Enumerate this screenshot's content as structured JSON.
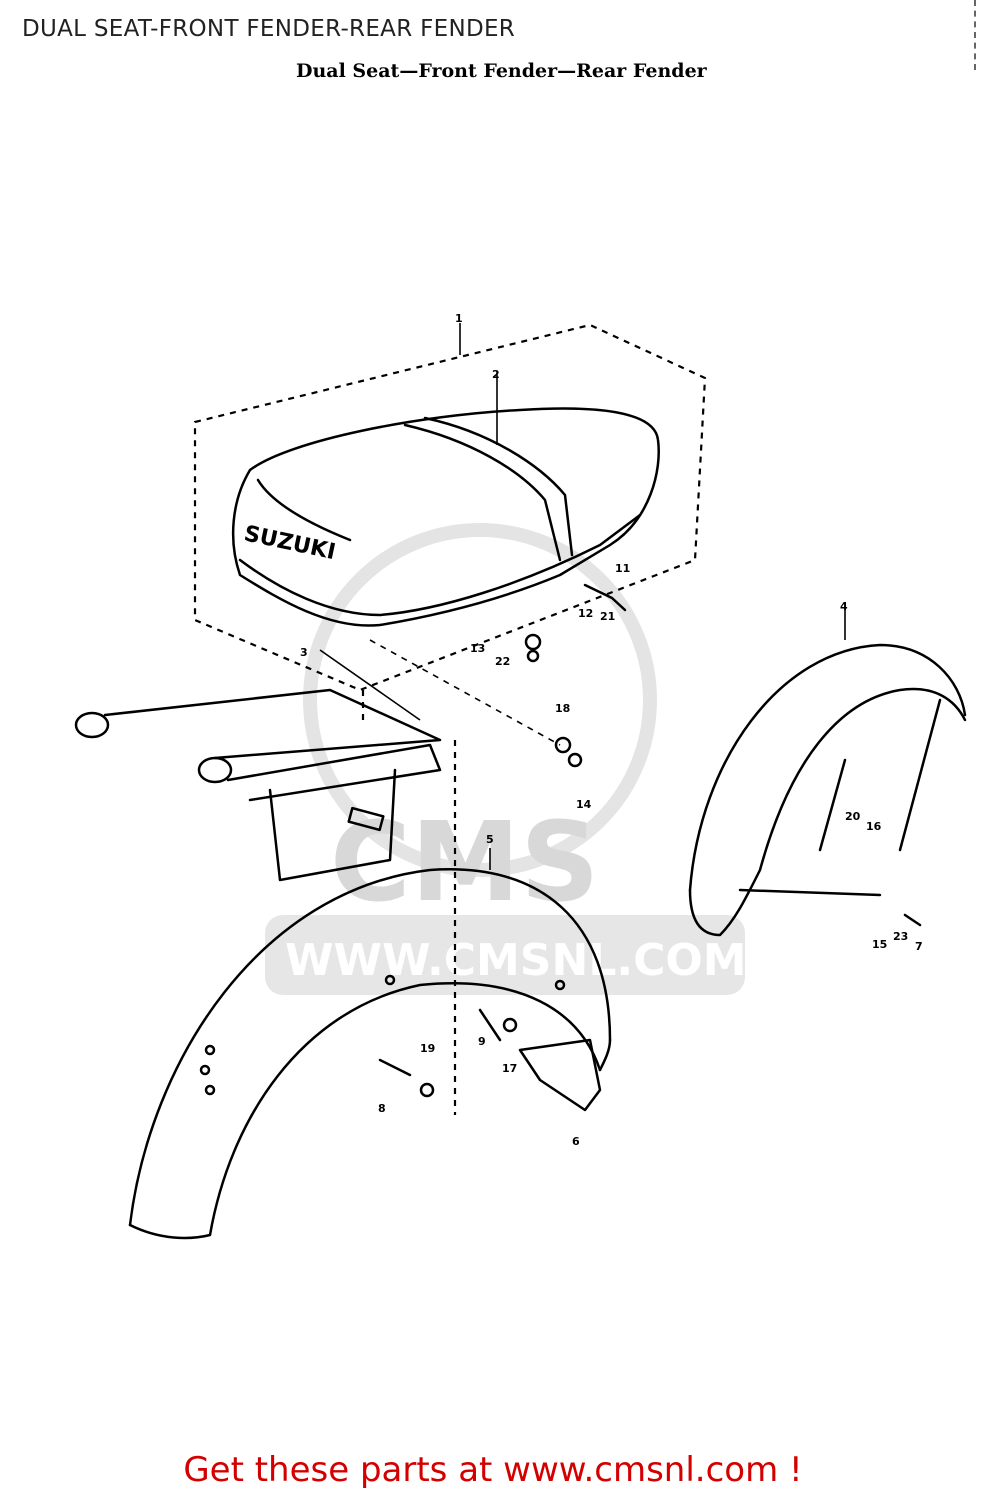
{
  "header": {
    "page_title": "DUAL SEAT-FRONT FENDER-REAR FENDER",
    "diagram_heading": "Dual Seat—Front Fender—Rear Fender"
  },
  "watermark": {
    "brand": "CMS",
    "url": "WWW.CMSNL.COM"
  },
  "seat_logo": "SUZUKI",
  "callouts": {
    "c1": "1",
    "c2": "2",
    "c3": "3",
    "c4": "4",
    "c5": "5",
    "c6": "6",
    "c7": "7",
    "c8": "8",
    "c9": "9",
    "c11": "11",
    "c12": "12",
    "c13": "13",
    "c14": "14",
    "c15": "15",
    "c16": "16",
    "c17": "17",
    "c18": "18",
    "c19": "19",
    "c20": "20",
    "c21": "21",
    "c22": "22",
    "c23": "23"
  },
  "footer": {
    "link_text": "Get these parts at www.cmsnl.com !"
  },
  "colors": {
    "footer_text": "#d40000",
    "line_art": "#000000",
    "watermark": "#d8d8d8"
  }
}
